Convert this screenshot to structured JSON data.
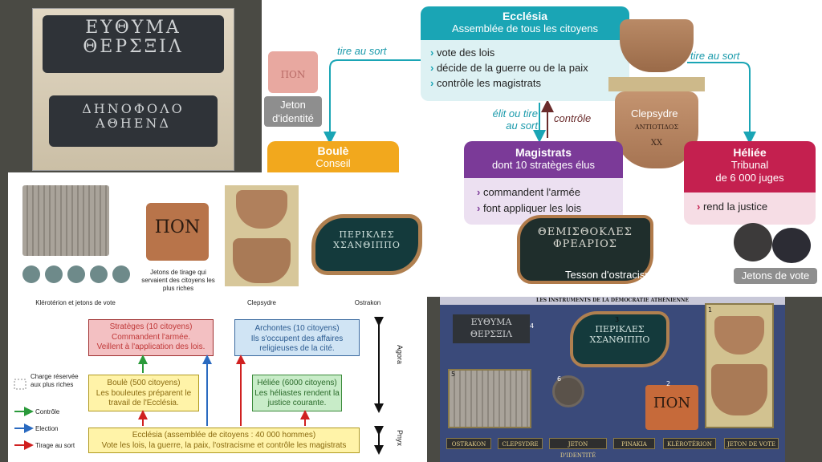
{
  "tablets": {
    "tablet1_line1": "ΕΥΘΥΜΑ",
    "tablet1_line2": "ΘΕΡΣΞΙΛ",
    "tablet2_line1": "ΔΗΝΟΦΟΛΟ",
    "tablet2_line2": "ΑΘΗΕΝΔ"
  },
  "ecclesia": {
    "title": "Ecclésia",
    "subtitle": "Assemblée de tous les citoyens",
    "items": [
      "vote des lois",
      "décide de la guerre ou de la paix",
      "contrôle les magistrats"
    ]
  },
  "arrows": {
    "tire_au_sort_left": "tire au sort",
    "tire_au_sort_right": "tire au sort",
    "elit_ou_tire": "élit ou tire",
    "au_sort": "au sort",
    "controle": "contrôle"
  },
  "jeton_identite": {
    "line1": "Jeton",
    "line2": "d'identité",
    "inscription": "ΠΟΝ"
  },
  "boule_top": {
    "title": "Boulè",
    "subtitle": "Conseil"
  },
  "magistrats": {
    "title": "Magistrats",
    "subtitle": "dont 10 stratèges élus",
    "items": [
      "commandent l'armée",
      "font appliquer les lois"
    ]
  },
  "heliee_top": {
    "title": "Héliée",
    "subtitle1": "Tribunal",
    "subtitle2": "de 6 000 juges",
    "items": [
      "rend la justice"
    ]
  },
  "clepsydre": {
    "label": "Clepsydre",
    "inscription": "ΑΝΤΙΟΤΙΔΟΣ",
    "xx": "XX"
  },
  "ostracon_top": {
    "line1": "ΘΕΜΙΣΘΟΚΛΕΣ",
    "line2": "ΦΡΕΑΡΙΟΣ",
    "caption": "Tesson d'ostracisme"
  },
  "jetons_vote": {
    "caption": "Jetons de vote"
  },
  "diagram": {
    "kleroterion_caption": "Klérotérion et jetons de vote",
    "jetons_caption": "Jetons de tirage qui servaient des citoyens les plus riches",
    "clepsydre_caption": "Clepsydre",
    "ostrakon_caption": "Ostrakon",
    "pon": "ΠΟΝ",
    "ostrakon_text1": "ΠΕΡΙΚΛΕΣ",
    "ostrakon_text2": "ΧΣΑΝΘΙΠΠΟ",
    "strateges_title": "Stratèges (10 citoyens)",
    "strateges_line1": "Commandent l'armée.",
    "strateges_line2": "Veillent à l'application des lois.",
    "archontes_title": "Archontes (10 citoyens)",
    "archontes_line1": "Ils s'occupent des affaires",
    "archontes_line2": "religieuses de la cité.",
    "boule_title": "Boulè (500 citoyens)",
    "boule_line1": "Les bouleutes préparent le",
    "boule_line2": "travail de l'Ecclésia.",
    "heliee_title": "Héliée (6000 citoyens)",
    "heliee_line1": "Les héliastes rendent la",
    "heliee_line2": "justice courante.",
    "ecclesia_title": "Ecclésia (assemblée de citoyens : 40 000 hommes)",
    "ecclesia_line": "Vote les lois, la guerre, la paix, l'ostracisme et  contrôle les magistrats",
    "agora": "Agora",
    "pnyx": "Pnyx",
    "legend_charge": "Charge réservée aux plus riches",
    "legend_controle": "Contrôle",
    "legend_election": "Election",
    "legend_tirage": "Tirage au sort"
  },
  "museum": {
    "title": "LES INSTRUMENTS DE LA DÉMOCRATIE ATHÉNIENNE",
    "numbers": [
      "1",
      "2",
      "3",
      "4",
      "5",
      "6"
    ],
    "tablet_line1": "ΕΥΘΥΜΑ",
    "tablet_line2": "ΘΕΡΣΞΙΛ",
    "ostrakon_line1": "ΠΕΡΙΚΛΕΣ",
    "ostrakon_line2": "ΧΣΑΝΘΙΠΠΟ",
    "pon": "ΠΟΝ",
    "buttons": [
      "OSTRAKON",
      "CLEPSYDRE",
      "JETON D'IDENTITÉ",
      "PINAKIA",
      "KLÉROTÉRION",
      "JETON DE VOTE"
    ]
  },
  "colors": {
    "teal": "#1aa5b5",
    "orange": "#f2a81d",
    "purple": "#7b3a98",
    "crimson": "#c4204f"
  }
}
